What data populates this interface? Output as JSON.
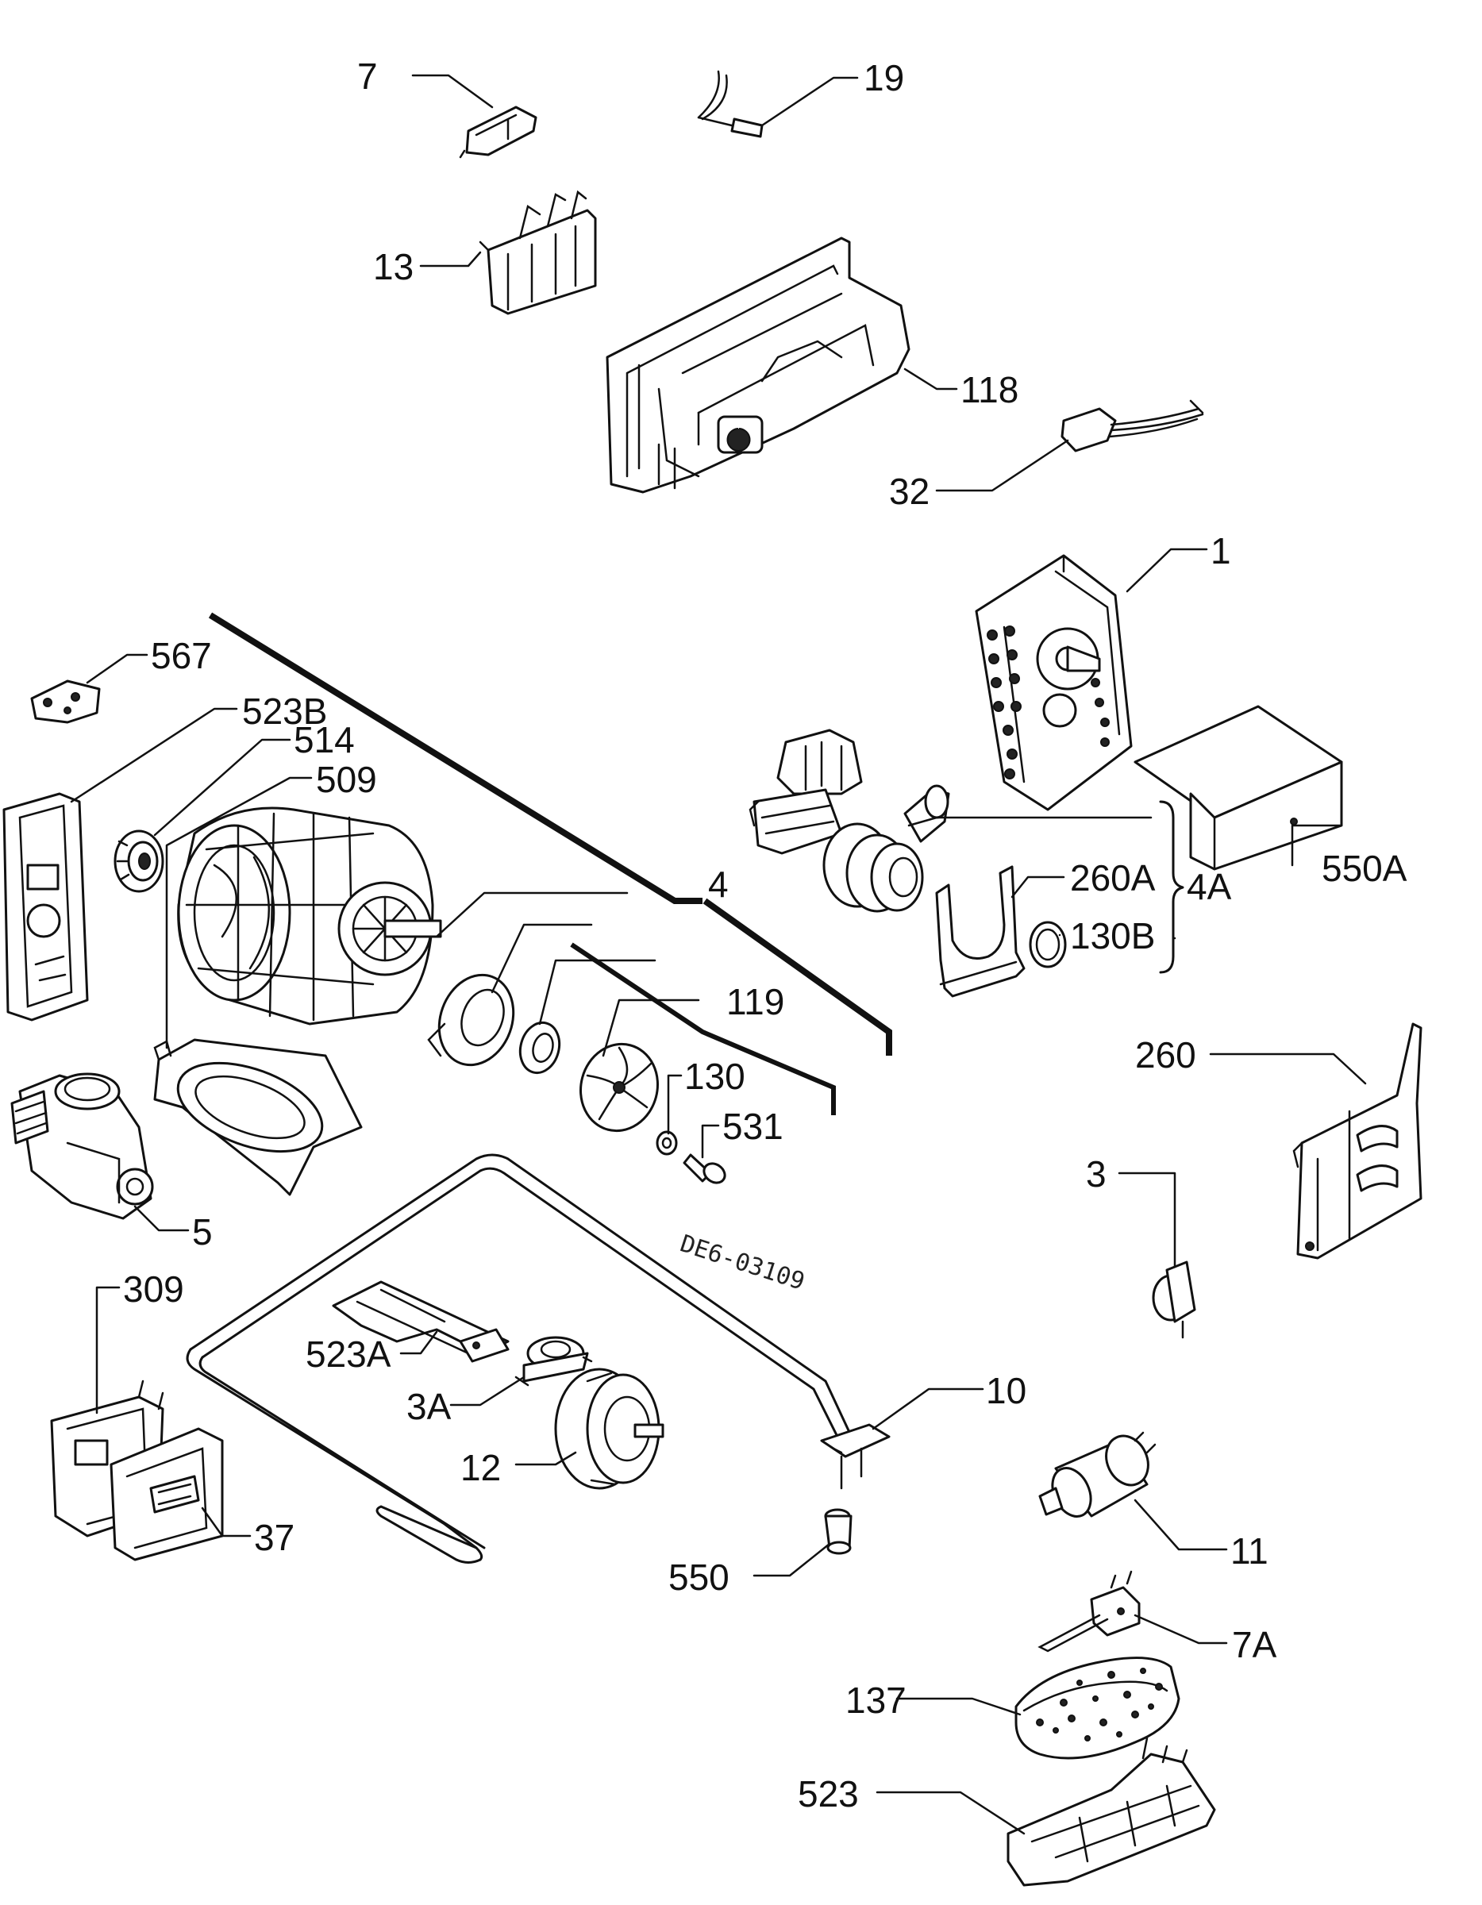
{
  "callouts": {
    "c7": "7",
    "c19": "19",
    "c13": "13",
    "c118": "118",
    "c32": "32",
    "c1": "1",
    "c567": "567",
    "c523B": "523B",
    "c514": "514",
    "c509": "509",
    "c4": "4",
    "c260A": "260A",
    "c4A": "4A",
    "c550A": "550A",
    "c130B": "130B",
    "c119": "119",
    "c130": "130",
    "c531": "531",
    "c260": "260",
    "c3": "3",
    "c5": "5",
    "c309": "309",
    "c523A": "523A",
    "c3A": "3A",
    "c10": "10",
    "c12": "12",
    "c37": "37",
    "c11": "11",
    "c550": "550",
    "c7A": "7A",
    "c137": "137",
    "c523": "523"
  },
  "drawing_code": "DE6-03109"
}
